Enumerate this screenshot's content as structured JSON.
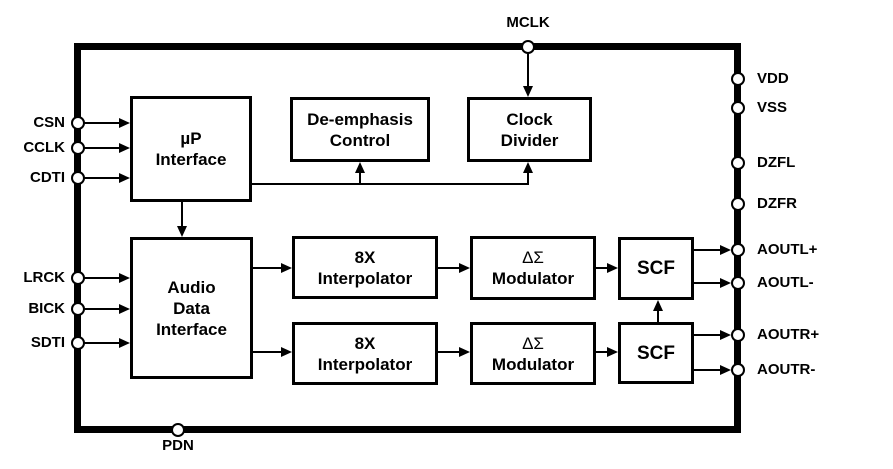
{
  "chip": {
    "blocks": {
      "up_interface": {
        "line1": "µP",
        "line2": "Interface"
      },
      "deemphasis_control": {
        "line1": "De-emphasis",
        "line2": "Control"
      },
      "clock_divider": {
        "line1": "Clock",
        "line2": "Divider"
      },
      "audio_data_interface": {
        "line1": "Audio",
        "line2": "Data",
        "line3": "Interface"
      },
      "interpolator_l": {
        "line1": "8X",
        "line2": "Interpolator"
      },
      "interpolator_r": {
        "line1": "8X",
        "line2": "Interpolator"
      },
      "modulator_l": {
        "line1": "ΔΣ",
        "line2": "Modulator"
      },
      "modulator_r": {
        "line1": "ΔΣ",
        "line2": "Modulator"
      },
      "scf_l": {
        "line1": "SCF"
      },
      "scf_r": {
        "line1": "SCF"
      }
    },
    "pins": {
      "csn": "CSN",
      "cclk": "CCLK",
      "cdti": "CDTI",
      "lrck": "LRCK",
      "bick": "BICK",
      "sdti": "SDTI",
      "mclk": "MCLK",
      "pdn": "PDN",
      "vdd": "VDD",
      "vss": "VSS",
      "dzfl": "DZFL",
      "dzfr": "DZFR",
      "aoutl_p": "AOUTL+",
      "aoutl_n": "AOUTL-",
      "aoutr_p": "AOUTR+",
      "aoutr_n": "AOUTR-"
    },
    "colors": {
      "line": "#000000",
      "background": "#ffffff",
      "block_fill": "#ffffff"
    }
  }
}
